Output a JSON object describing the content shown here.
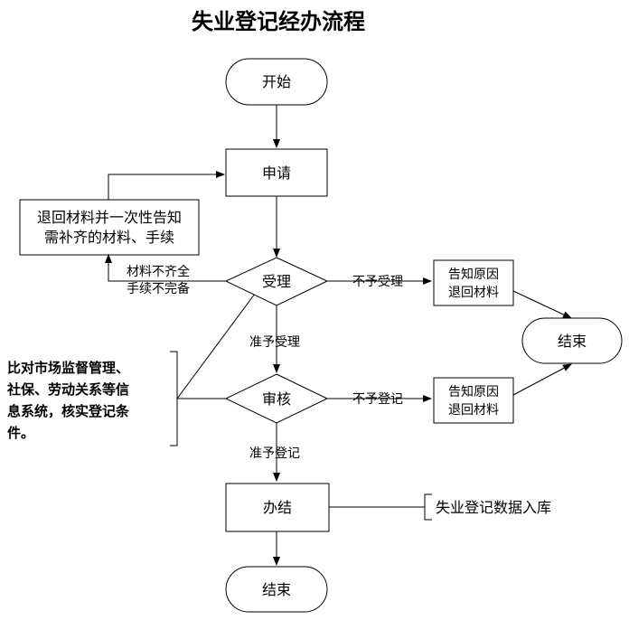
{
  "title": "失业登记经办流程",
  "nodes": {
    "start": "开始",
    "apply": "申请",
    "accept": "受理",
    "review": "审核",
    "complete": "办结",
    "end_bottom": "结束",
    "end_right": "结束",
    "return_notice": [
      "退回材料并一次性告知",
      "需补齐的材料、手续"
    ],
    "reject_accept": [
      "告知原因",
      "退回材料"
    ],
    "reject_review": [
      "告知原因",
      "退回材料"
    ],
    "db_entry": "失业登记数据入库",
    "compare_note": [
      "比对市场监督管理、",
      "社保、劳动关系等信",
      "息系统，核实登记条",
      "件。"
    ]
  },
  "edges": {
    "incomplete": [
      "材料不齐全",
      "手续不完备"
    ],
    "not_accepted": "不予受理",
    "accepted": "准予受理",
    "not_registered": "不予登记",
    "registered": "准予登记"
  }
}
